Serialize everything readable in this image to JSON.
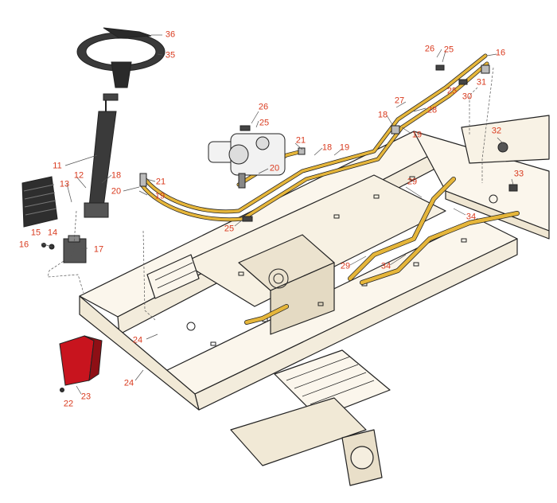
{
  "colors": {
    "callout": "#d93a1e",
    "leader": "#555555",
    "frame_fill": "#fbf6ec",
    "frame_stroke": "#222222",
    "hose": "#e6b63a",
    "highlight_part": "#c8141e",
    "dark_part": "#3a3a3a"
  },
  "callouts": [
    {
      "id": "c36",
      "text": "36"
    },
    {
      "id": "c35",
      "text": "35"
    },
    {
      "id": "c26a",
      "text": "26"
    },
    {
      "id": "c25a",
      "text": "25"
    },
    {
      "id": "c16a",
      "text": "16"
    },
    {
      "id": "c31",
      "text": "31"
    },
    {
      "id": "c25b",
      "text": "25"
    },
    {
      "id": "c30",
      "text": "30"
    },
    {
      "id": "c27",
      "text": "27"
    },
    {
      "id": "c28",
      "text": "28"
    },
    {
      "id": "c18a",
      "text": "18"
    },
    {
      "id": "c19a",
      "text": "19"
    },
    {
      "id": "c26b",
      "text": "26"
    },
    {
      "id": "c25c",
      "text": "25"
    },
    {
      "id": "c21a",
      "text": "21"
    },
    {
      "id": "c18b",
      "text": "18"
    },
    {
      "id": "c19b",
      "text": "19"
    },
    {
      "id": "c32",
      "text": "32"
    },
    {
      "id": "c33",
      "text": "33"
    },
    {
      "id": "c20a",
      "text": "20"
    },
    {
      "id": "c11",
      "text": "11"
    },
    {
      "id": "c12",
      "text": "12"
    },
    {
      "id": "c13",
      "text": "13"
    },
    {
      "id": "c18c",
      "text": "18"
    },
    {
      "id": "c21b",
      "text": "21"
    },
    {
      "id": "c20b",
      "text": "20"
    },
    {
      "id": "c19c",
      "text": "19"
    },
    {
      "id": "c29a",
      "text": "29"
    },
    {
      "id": "c34a",
      "text": "34"
    },
    {
      "id": "c25d",
      "text": "25"
    },
    {
      "id": "c15",
      "text": "15"
    },
    {
      "id": "c14",
      "text": "14"
    },
    {
      "id": "c16b",
      "text": "16"
    },
    {
      "id": "c17",
      "text": "17"
    },
    {
      "id": "c29b",
      "text": "29"
    },
    {
      "id": "c34b",
      "text": "34"
    },
    {
      "id": "c24a",
      "text": "24"
    },
    {
      "id": "c24b",
      "text": "24"
    },
    {
      "id": "c23",
      "text": "23"
    },
    {
      "id": "c22",
      "text": "22"
    }
  ]
}
